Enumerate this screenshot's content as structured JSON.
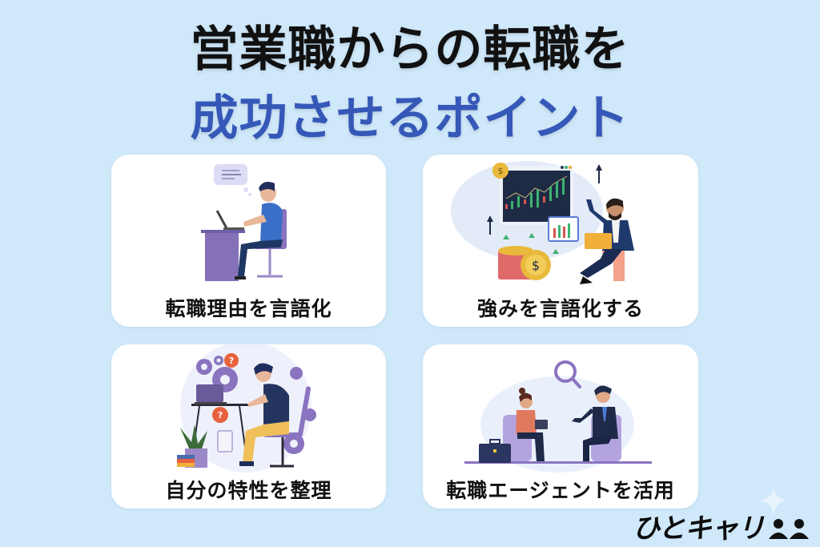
{
  "header": {
    "title_line1": "営業職からの転職を",
    "title_line2": "成功させるポイント"
  },
  "cards": [
    {
      "label": "転職理由を言語化",
      "illustration": "man-at-desk-thinking-icon"
    },
    {
      "label": "強みを言語化する",
      "illustration": "businessman-with-growth-chart-icon"
    },
    {
      "label": "自分の特性を整理",
      "illustration": "man-analyzing-with-gears-icon"
    },
    {
      "label": "転職エージェントを活用",
      "illustration": "agent-consultation-icon"
    }
  ],
  "brand": {
    "logo_text": "ひとキャリ",
    "logo_icon": "people-icon"
  },
  "colors": {
    "background": "#cfe8fa",
    "title_primary": "#111111",
    "title_accent": "#3558b8",
    "card": "#ffffff"
  }
}
